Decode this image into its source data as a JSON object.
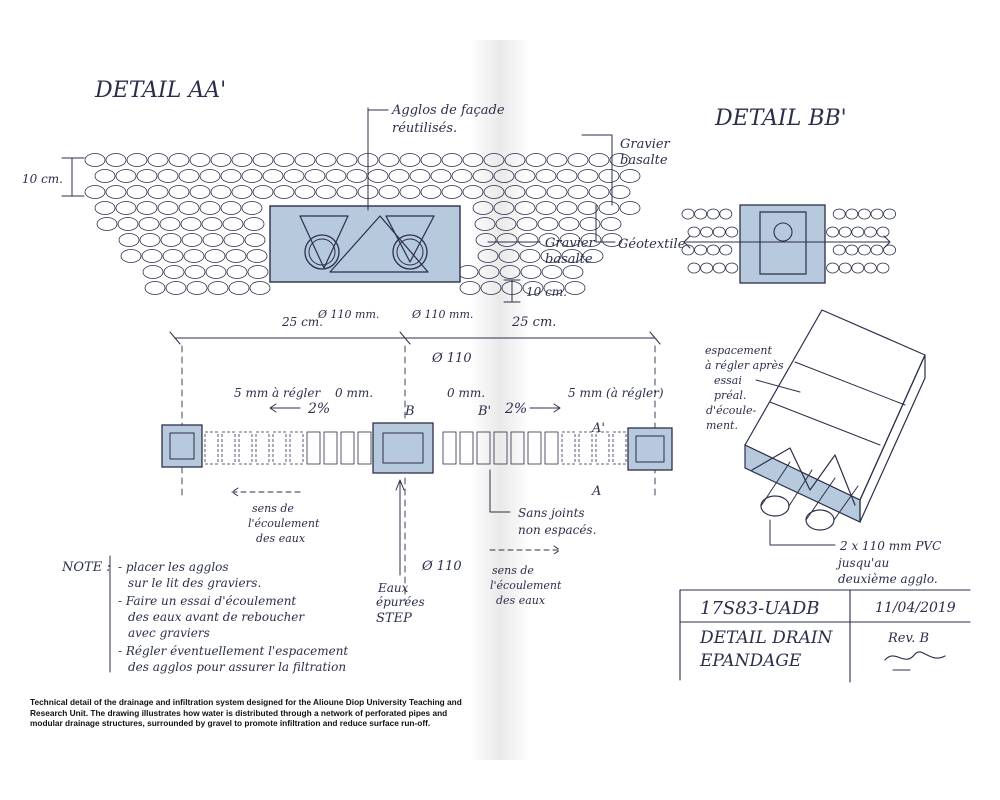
{
  "detail_aa": {
    "title": "DETAIL AA'",
    "label_agglos": [
      "Agglos de façade",
      "réutilisés."
    ],
    "label_gravier_top": [
      "Gravier",
      "basalte"
    ],
    "label_gravier_mid": [
      "Gravier",
      "basalte"
    ],
    "label_geotextile": "Géotextile",
    "dim_top": "10 cm.",
    "dim_bottom": "10 cm.",
    "dim_left": "25 cm.",
    "dim_right": "25 cm.",
    "pipe_left": "Ø 110 mm.",
    "pipe_right": "Ø 110 mm."
  },
  "detail_bb": {
    "title": "DETAIL BB'"
  },
  "plan": {
    "gap_left": "5 mm à régler",
    "zero_left": "0 mm.",
    "zero_right": "0 mm.",
    "gap_right": "5 mm (à régler)",
    "slope_left": "2%",
    "slope_right": "2%",
    "pipe_top": "Ø 110",
    "pipe_bottom": "Ø 110",
    "mark_b": "B",
    "mark_b2": "B'",
    "mark_a": "A",
    "mark_a2": "A'",
    "flow_left": [
      "sens de",
      "l'écoulement",
      "des eaux"
    ],
    "flow_right": [
      "sens de",
      "l'écoulement",
      "des eaux"
    ],
    "no_joints": [
      "Sans joints",
      "non espacés."
    ],
    "eaux": [
      "Eaux",
      "épurées",
      "STEP"
    ]
  },
  "iso": {
    "label_spacing": [
      "espacement",
      "à régler après",
      "essai",
      "préal.",
      "d'écoule-",
      "ment."
    ],
    "label_pvc": [
      "2 x 110 mm PVC",
      "jusqu'au",
      "deuxième agglo."
    ]
  },
  "note": {
    "heading": "NOTE :",
    "lines": [
      "- placer les agglos",
      "sur le lit des graviers.",
      "- Faire un essai d'écoulement",
      "des eaux avant de reboucher",
      "avec graviers",
      "- Régler éventuellement l'espacement",
      "des agglos pour assurer la filtration"
    ]
  },
  "title_block": {
    "project": "17S83-UADB",
    "date": "11/04/2019",
    "drawing": [
      "DETAIL DRAIN",
      "EPANDAGE"
    ],
    "rev": "Rev. B"
  },
  "caption": "Technical detail of the drainage and infiltration system designed for the Alioune Diop University Teaching and Research Unit. The drawing illustrates how water is distributed through a network of perforated pipes and modular drainage structures, surrounded by gravel to promote infiltration and reduce surface run-off."
}
